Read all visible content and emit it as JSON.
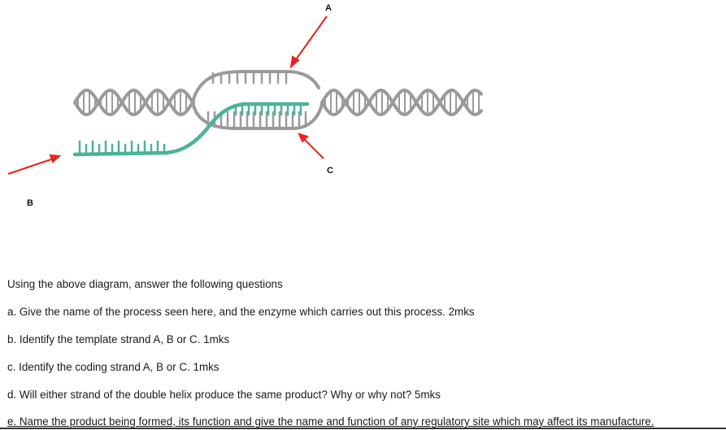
{
  "diagram": {
    "labels": {
      "a": "A",
      "b": "B",
      "c": "C"
    },
    "colors": {
      "dna": "#9a9a9a",
      "rna": "#4ab39a",
      "arrow": "#e8231f"
    }
  },
  "questions": {
    "intro": "Using the above diagram, answer the following questions",
    "a": "a. Give the name of the process seen here, and the enzyme which carries out this process. 2mks",
    "b": "b. Identify the template strand A, B or C.  1mks",
    "c": "c.  Identify the coding strand A, B or C.  1mks",
    "d": "d. Will either strand of the double helix produce the same product? Why or why not? 5mks",
    "e": "e. Name the product being formed, its function and give the name and function of any regulatory site which may affect its manufacture."
  }
}
